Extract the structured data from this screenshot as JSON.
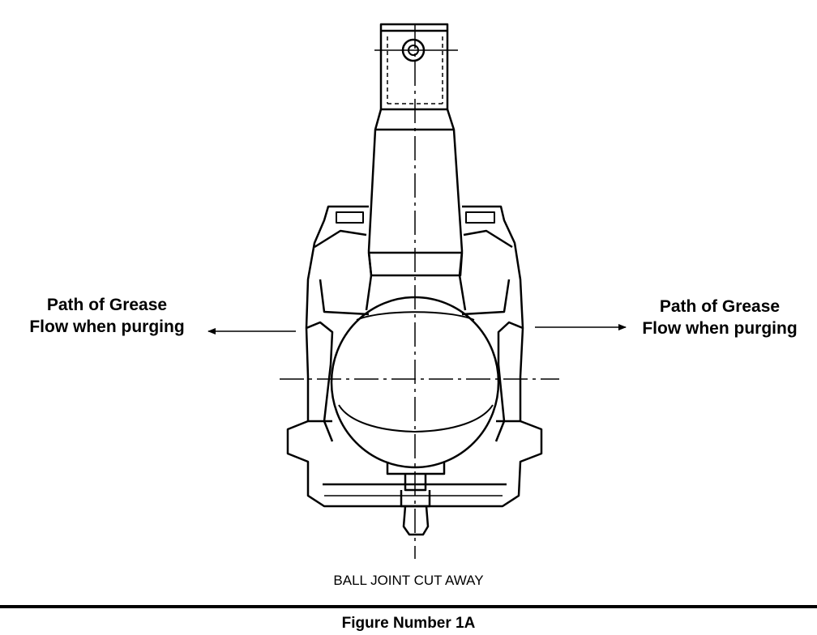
{
  "diagram": {
    "left_label": {
      "line1": "Path of Grease",
      "line2": "Flow when purging"
    },
    "right_label": {
      "line1": "Path of Grease",
      "line2": "Flow when purging"
    },
    "caption": "BALL JOINT CUT AWAY",
    "figure_number": "Figure Number 1A"
  }
}
